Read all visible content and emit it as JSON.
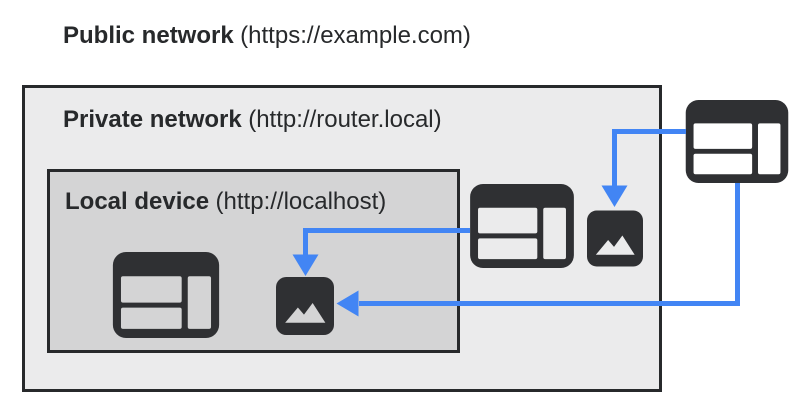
{
  "labels": {
    "public": {
      "bold": "Public network",
      "rest": "(https://example.com)"
    },
    "private": {
      "bold": "Private network",
      "rest": "(http://router.local)"
    },
    "local": {
      "bold": "Local device",
      "rest": "(http://localhost)"
    }
  },
  "icons": {
    "public_browser": "browser-window-icon",
    "private_browser": "browser-window-icon",
    "local_browser": "browser-window-icon",
    "private_image": "image-icon",
    "local_image": "image-icon"
  },
  "connections": [
    {
      "from": "public-network-browser",
      "to": "private-network-image"
    },
    {
      "from": "public-network-browser",
      "to": "local-device-image"
    },
    {
      "from": "private-network-browser",
      "to": "local-device-image"
    }
  ],
  "colors": {
    "accent_blue": "#4285f4",
    "icon_dark": "#2f3033",
    "border_dark": "#27292b",
    "text_dark": "#27292b",
    "private_bg": "#ebebec",
    "local_bg": "#d4d4d5",
    "canvas_bg": "#ffffff"
  }
}
